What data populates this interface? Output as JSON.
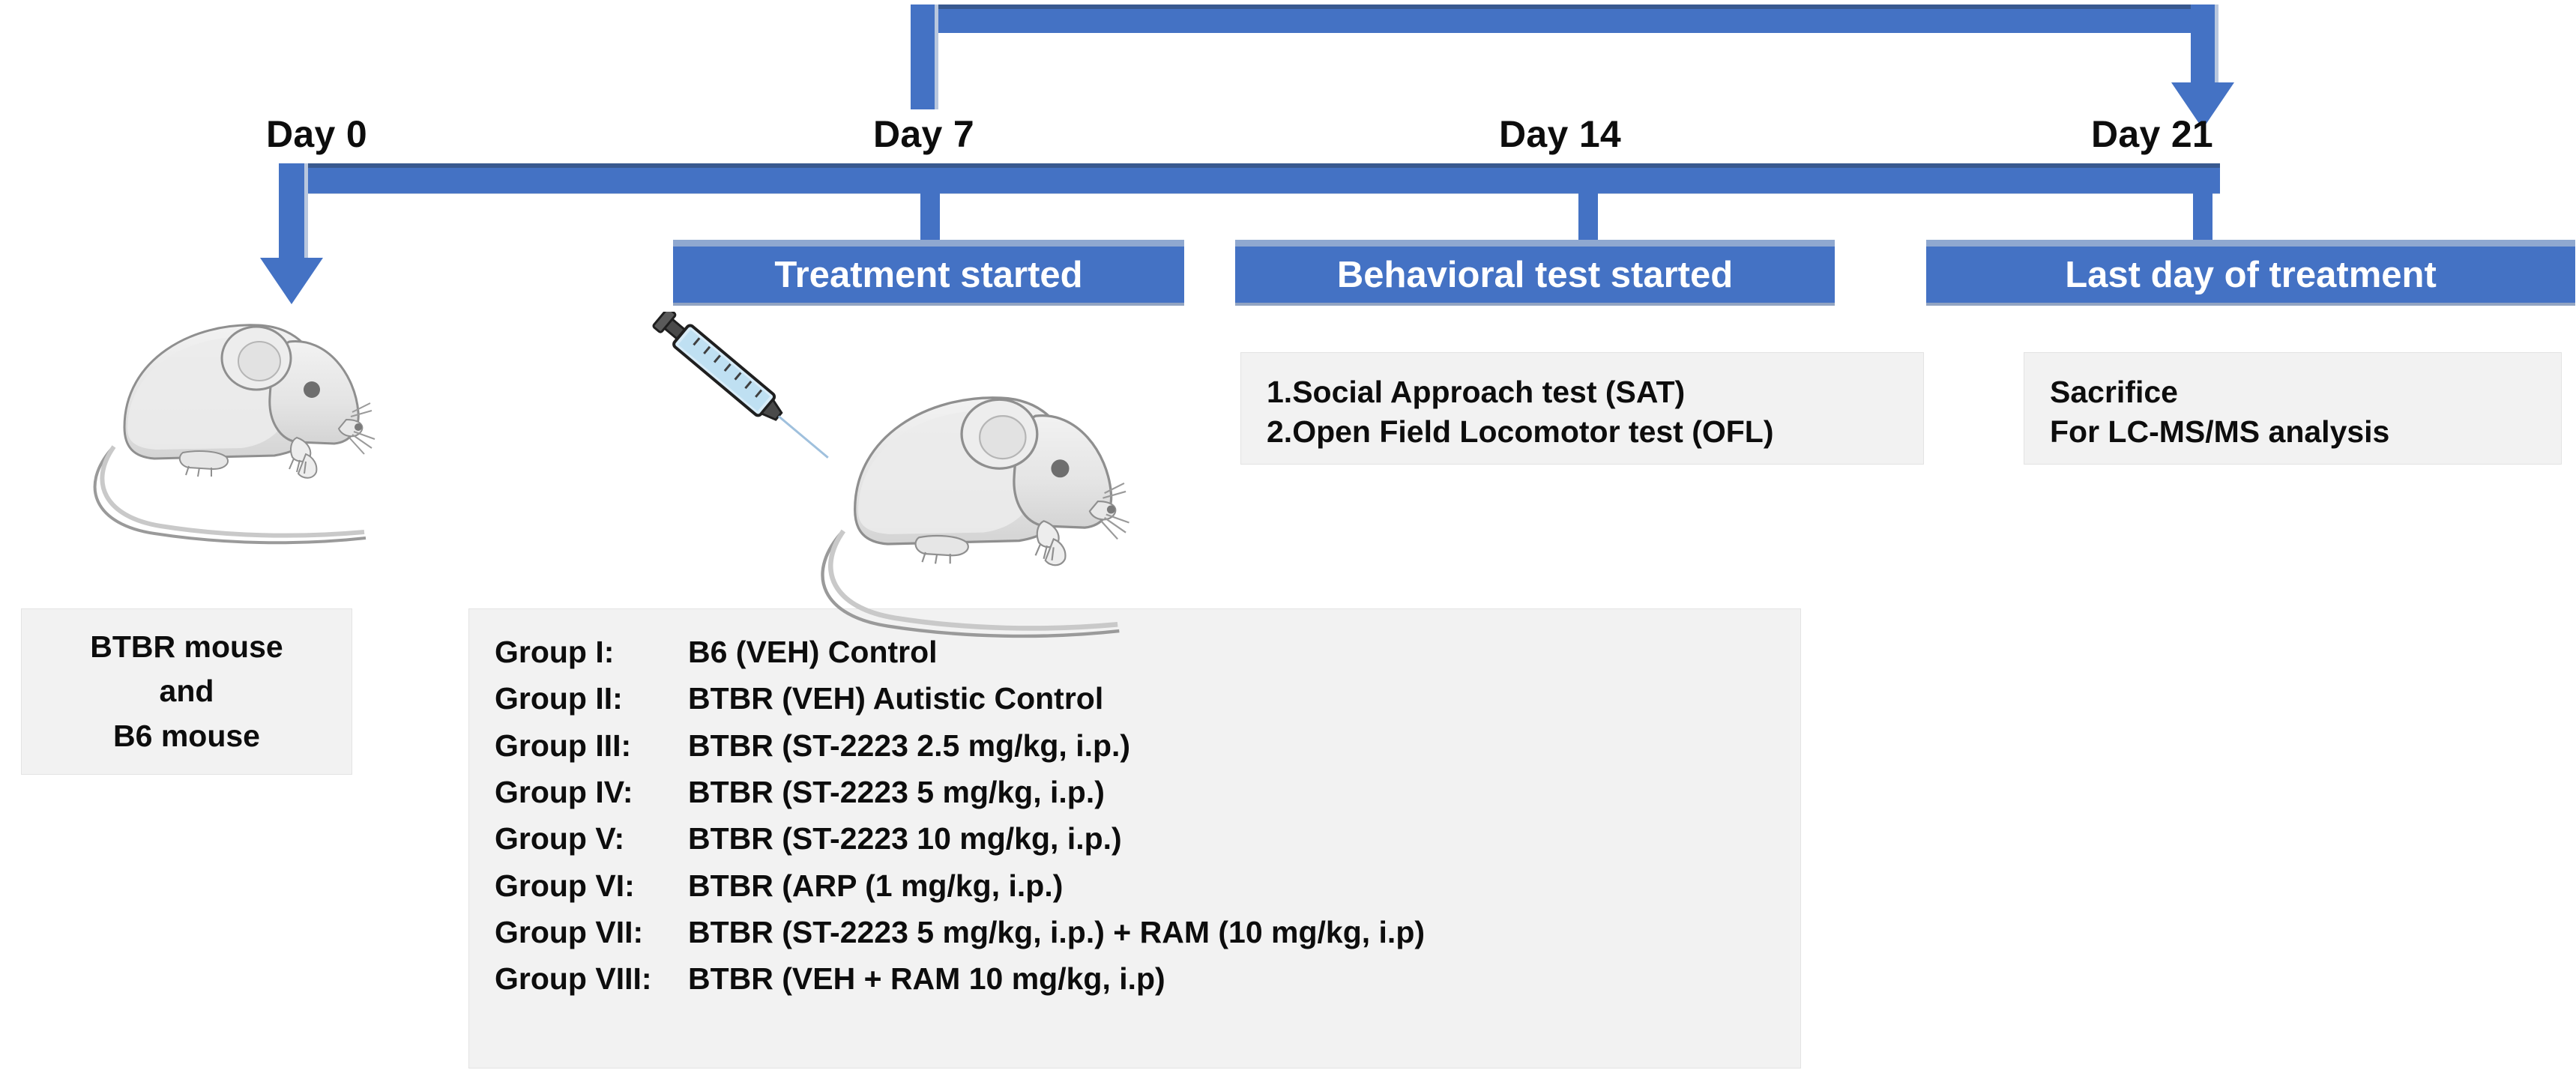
{
  "timeline": {
    "days": [
      {
        "label": "Day 0"
      },
      {
        "label": "Day 7"
      },
      {
        "label": "Day 14"
      },
      {
        "label": "Day 21"
      }
    ],
    "milestones": [
      {
        "label": "Treatment started"
      },
      {
        "label": "Behavioral test started"
      },
      {
        "label": "Last day of treatment"
      }
    ],
    "accent_color": "#4472c4",
    "accent_dark": "#38598f",
    "accent_light": "#8fa8d0"
  },
  "panels": {
    "animals": {
      "lines": [
        "BTBR mouse",
        "and",
        "B6 mouse"
      ]
    },
    "behavioral_tests": {
      "lines": [
        "1.Social Approach test (SAT)",
        "2.Open Field Locomotor test (OFL)"
      ]
    },
    "sacrifice": {
      "lines": [
        "Sacrifice",
        "For LC-MS/MS analysis"
      ]
    },
    "panel_background": "#f2f2f2"
  },
  "groups": [
    {
      "name": "Group I:",
      "description": "B6 (VEH) Control"
    },
    {
      "name": "Group II:",
      "description": "BTBR (VEH) Autistic Control"
    },
    {
      "name": "Group III:",
      "description": "BTBR (ST-2223 2.5 mg/kg, i.p.)"
    },
    {
      "name": "Group IV:",
      "description": "BTBR (ST-2223 5 mg/kg, i.p.)"
    },
    {
      "name": "Group V:",
      "description": "BTBR (ST-2223 10 mg/kg, i.p.)"
    },
    {
      "name": "Group VI:",
      "description": "BTBR  (ARP (1 mg/kg, i.p.)"
    },
    {
      "name": "Group VII:",
      "description": "BTBR  (ST-2223 5 mg/kg, i.p.) + RAM (10 mg/kg, i.p)"
    },
    {
      "name": "Group VIII:",
      "description": "BTBR  (VEH + RAM 10 mg/kg, i.p)"
    }
  ],
  "illustrations": [
    {
      "name": "mouse-illustration-day0"
    },
    {
      "name": "mouse-illustration-day7"
    },
    {
      "name": "syringe-illustration"
    }
  ]
}
